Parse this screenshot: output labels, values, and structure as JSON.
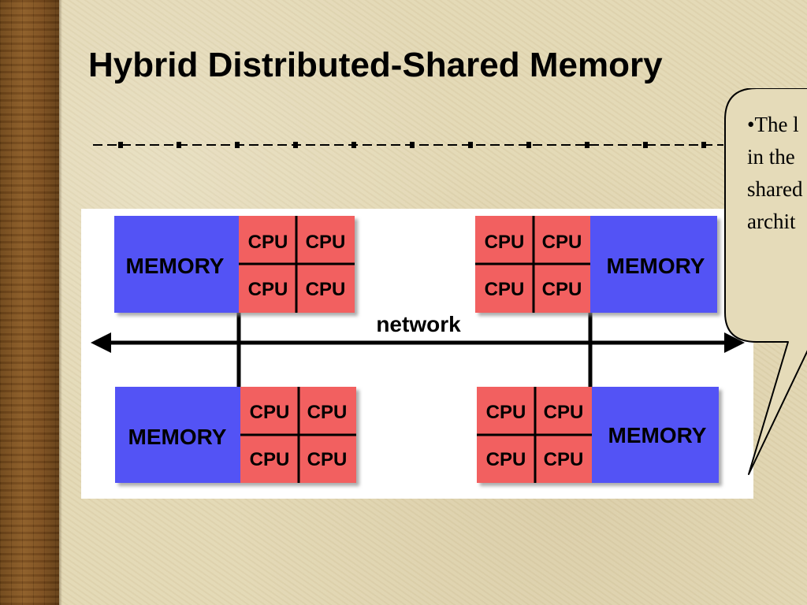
{
  "slide": {
    "title": "Hybrid Distributed-Shared Memory"
  },
  "diagram": {
    "memory_label": "MEMORY",
    "cpu_label": "CPU",
    "network_label": "network",
    "colors": {
      "memory_block": "#5353f5",
      "cpu_block": "#f26060",
      "line": "#000000",
      "panel": "#ffffff"
    }
  },
  "callout": {
    "lines": [
      "•The l",
      "in the",
      "shared",
      "archit"
    ]
  },
  "theme": {
    "background": "#e3d8b4",
    "side_strip": "#7a4c1e",
    "rule_color": "#000000"
  }
}
